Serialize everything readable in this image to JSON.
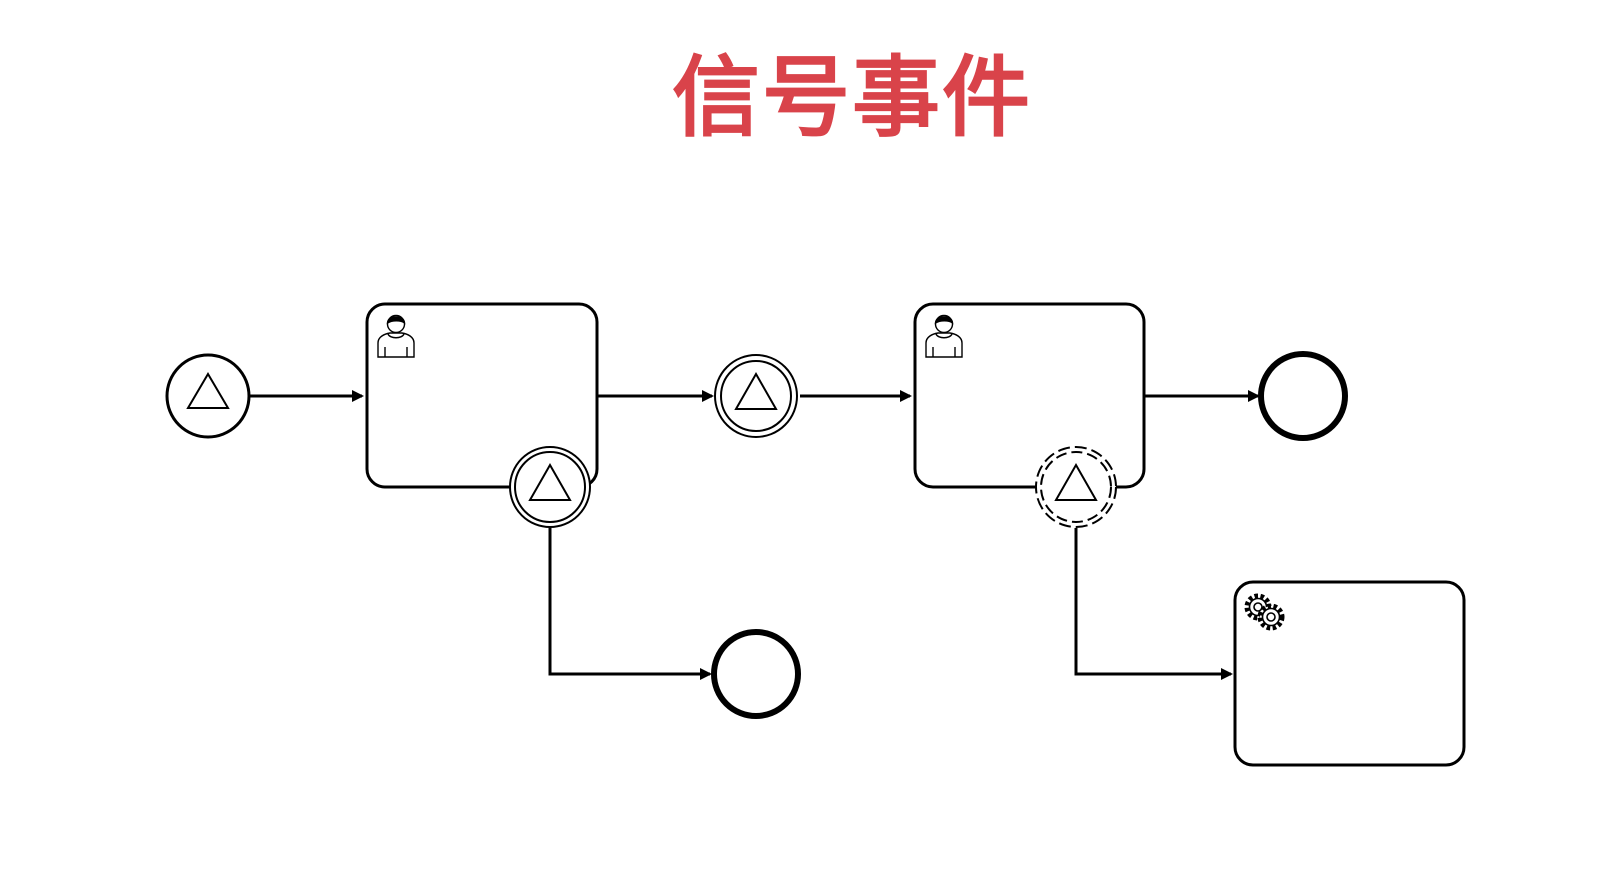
{
  "title": "信号事件",
  "colors": {
    "title": "#d9434a",
    "stroke": "#000000",
    "background": "#ffffff"
  },
  "elements": [
    {
      "name": "signal-start-event",
      "type": "start-event",
      "marker": "signal-triangle-icon"
    },
    {
      "name": "user-task-1",
      "type": "task",
      "marker": "user-icon"
    },
    {
      "name": "signal-boundary-event-interrupting",
      "type": "boundary-event",
      "marker": "signal-triangle-icon"
    },
    {
      "name": "signal-intermediate-catch-event",
      "type": "intermediate-event",
      "marker": "signal-triangle-icon"
    },
    {
      "name": "user-task-2",
      "type": "task",
      "marker": "user-icon"
    },
    {
      "name": "signal-boundary-event-non-interrupting",
      "type": "boundary-event-dashed",
      "marker": "signal-triangle-icon"
    },
    {
      "name": "end-event-1",
      "type": "end-event"
    },
    {
      "name": "end-event-2",
      "type": "end-event"
    },
    {
      "name": "service-task",
      "type": "task",
      "marker": "gear-icon"
    }
  ]
}
